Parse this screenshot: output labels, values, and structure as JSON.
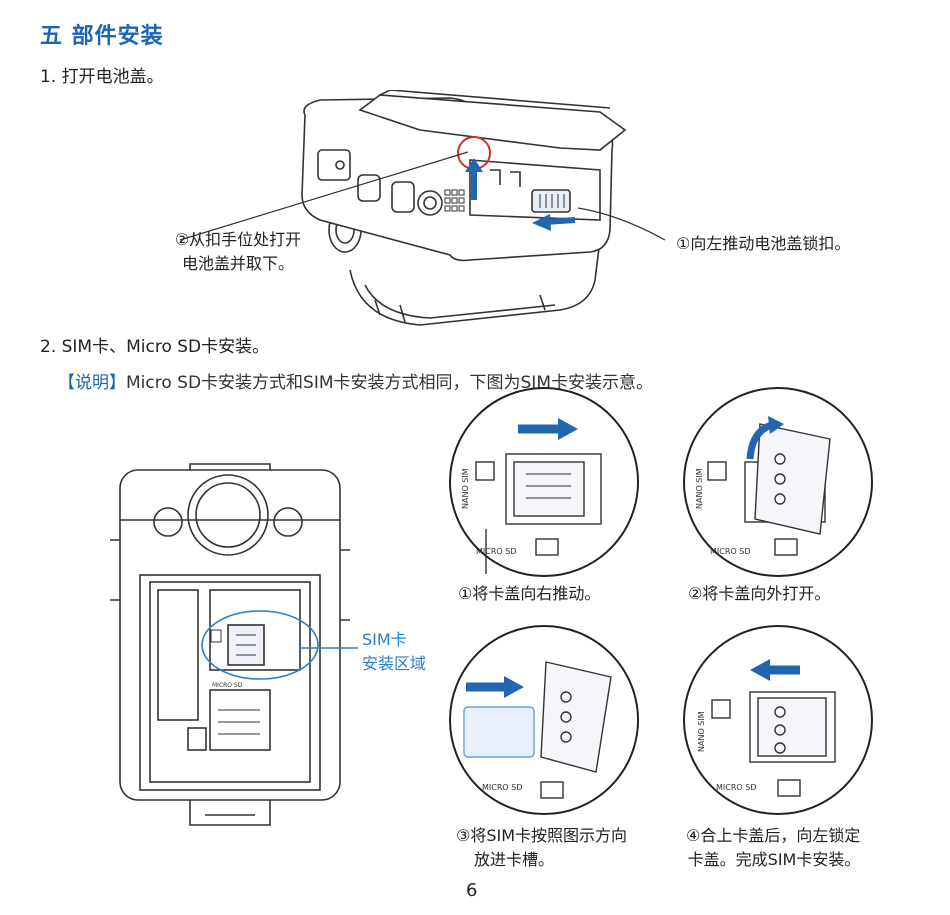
{
  "section_title": "五 部件安装",
  "step1": "1. 打开电池盖。",
  "callout_left_line1": "②从扣手位处打开",
  "callout_left_line2": "电池盖并取下。",
  "callout_right": "①向左推动电池盖锁扣。",
  "step2": "2. SIM卡、Micro SD卡安装。",
  "note_bracket": "【说明】",
  "note_text": "Micro SD卡安装方式和SIM卡安装方式相同，下图为SIM卡安装示意。",
  "sim_area_line1": "SIM卡",
  "sim_area_line2": "安装区域",
  "slot_labels": {
    "nano_sim": "NANO SIM",
    "micro_sd": "MICRO SD"
  },
  "captions": {
    "c1": "①将卡盖向右推动。",
    "c2": "②将卡盖向外打开。",
    "c3_line1": "③将SIM卡按照图示方向",
    "c3_line2": "放进卡槽。",
    "c4_line1": "④合上卡盖后，向左锁定",
    "c4_line2": "卡盖。完成SIM卡安装。"
  },
  "page_number": "6",
  "colors": {
    "accent": "#1b65b5",
    "arrow": "#2366b0",
    "callout_blue": "#2a7fc9",
    "circle_red": "#d62b2b"
  }
}
